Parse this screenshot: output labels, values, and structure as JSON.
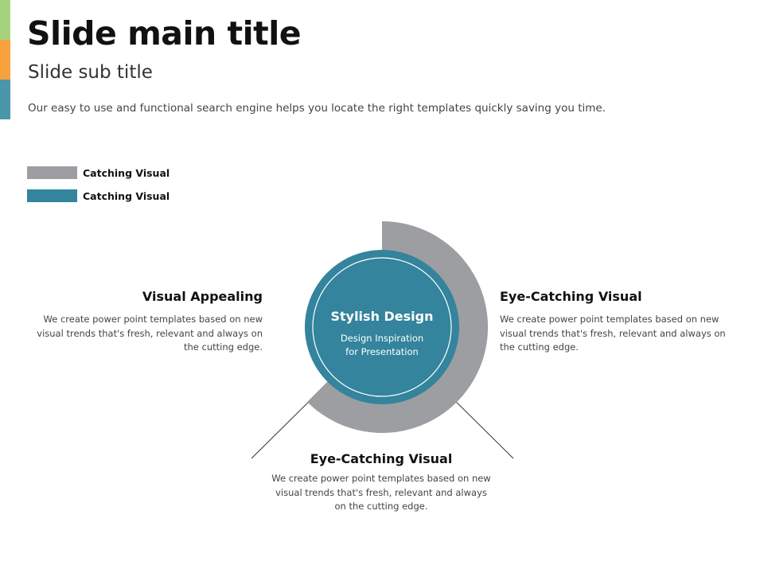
{
  "colors": {
    "gray": "#9d9ea2",
    "teal": "#33849c",
    "accent_green": "#a6d27e",
    "accent_orange": "#f8a23d",
    "accent_blue": "#4a97a9"
  },
  "header": {
    "title": "Slide main title",
    "subtitle": "Slide sub title",
    "description": "Our easy to use and functional search engine  helps you locate the right templates quickly saving you time."
  },
  "legend": [
    {
      "label": "Catching Visual",
      "color": "#9d9ea2"
    },
    {
      "label": "Catching Visual",
      "color": "#33849c"
    }
  ],
  "center": {
    "title": "Stylish Design",
    "subtitle_line1": "Design Inspiration",
    "subtitle_line2": "for Presentation"
  },
  "blocks": {
    "left": {
      "title": "Visual Appealing",
      "text": "We create power point templates based on new visual trends that's fresh, relevant and always on the cutting edge."
    },
    "right": {
      "title": "Eye-Catching Visual",
      "text": "We create power point templates based on new visual trends that's fresh, relevant and always on the cutting edge."
    },
    "bottom": {
      "title": "Eye-Catching Visual",
      "text": "We create power point templates based on new visual trends that's fresh, relevant and always on the cutting edge."
    }
  }
}
